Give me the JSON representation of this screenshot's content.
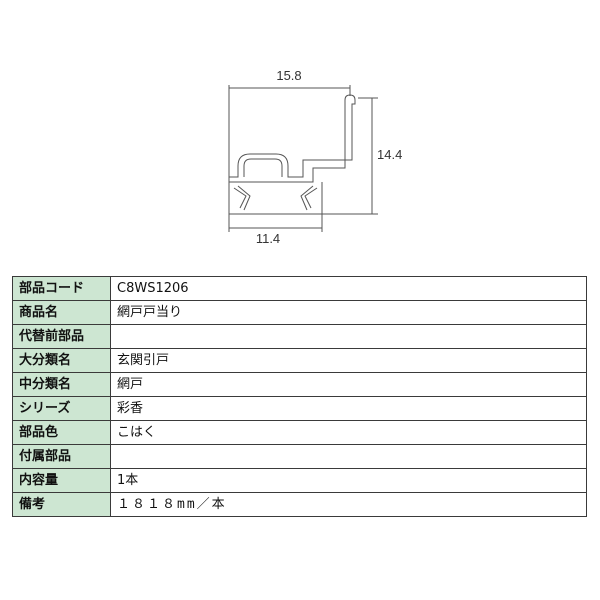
{
  "colors": {
    "label_bg": "#cde6d2",
    "line": "#555555",
    "border": "#3a3a3a"
  },
  "drawing": {
    "dimensions": {
      "top_width": "15.8",
      "height": "14.4",
      "bottom_width": "11.4"
    }
  },
  "spec_table": {
    "rows": [
      {
        "label": "部品コード",
        "value": "C8WS1206"
      },
      {
        "label": "商品名",
        "value": "網戸戸当り"
      },
      {
        "label": "代替前部品",
        "value": ""
      },
      {
        "label": "大分類名",
        "value": "玄関引戸"
      },
      {
        "label": "中分類名",
        "value": "網戸"
      },
      {
        "label": "シリーズ",
        "value": "彩香"
      },
      {
        "label": "部品色",
        "value": "こはく"
      },
      {
        "label": "付属部品",
        "value": ""
      },
      {
        "label": "内容量",
        "value": "1本"
      },
      {
        "label": "備考",
        "value": "１８１８mm／本"
      }
    ]
  }
}
